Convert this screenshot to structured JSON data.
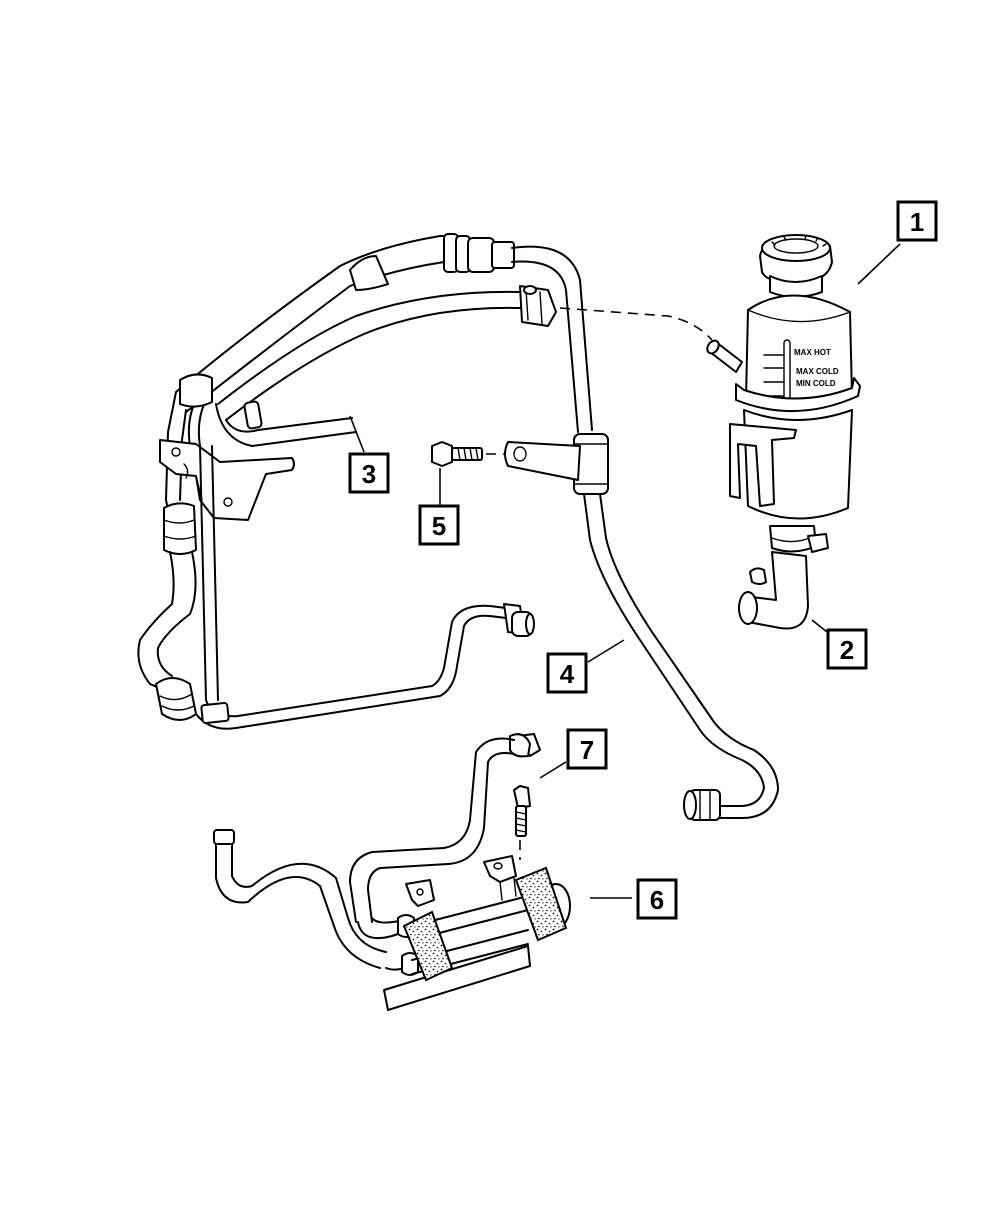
{
  "diagram": {
    "callouts": [
      {
        "id": "1",
        "label": "1"
      },
      {
        "id": "2",
        "label": "2"
      },
      {
        "id": "3",
        "label": "3"
      },
      {
        "id": "4",
        "label": "4"
      },
      {
        "id": "5",
        "label": "5"
      },
      {
        "id": "6",
        "label": "6"
      },
      {
        "id": "7",
        "label": "7"
      }
    ],
    "reservoir_scale": {
      "max_hot": "MAX HOT",
      "max_cold": "MAX COLD",
      "min_cold": "MIN COLD"
    }
  }
}
